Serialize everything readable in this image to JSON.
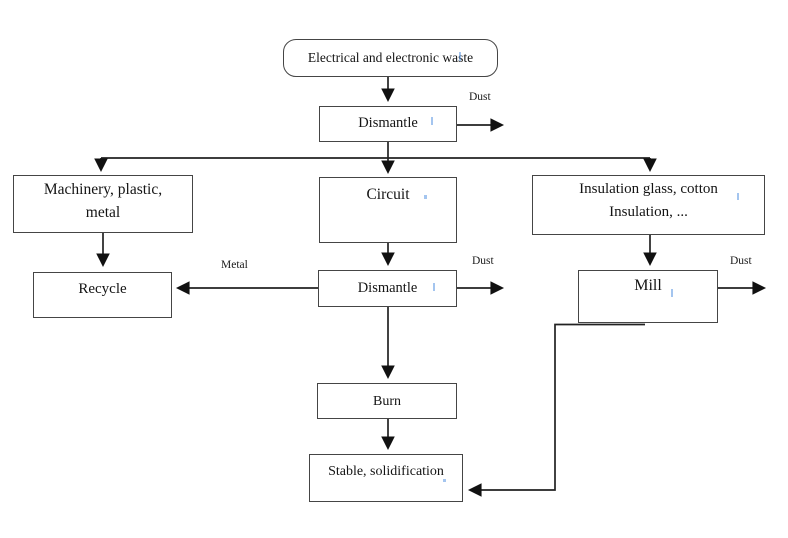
{
  "diagram": {
    "nodes": {
      "source": {
        "label": "Electrical and electronic waste"
      },
      "dismantle_top": {
        "label": "Dismantle"
      },
      "machinery": {
        "lines": [
          "Machinery, plastic,",
          "metal"
        ]
      },
      "circuit": {
        "label": "Circuit"
      },
      "insulation": {
        "lines": [
          "Insulation glass, cotton",
          "Insulation, ..."
        ]
      },
      "recycle": {
        "label": "Recycle"
      },
      "dismantle_mid": {
        "label": "Dismantle"
      },
      "mill": {
        "label": "Mill"
      },
      "burn": {
        "label": "Burn"
      },
      "stable": {
        "label": "Stable, solidification"
      }
    },
    "edge_labels": {
      "dust_top": "Dust",
      "dust_mid": "Dust",
      "dust_right": "Dust",
      "metal": "Metal"
    },
    "colors": {
      "line": "#222222",
      "box_border": "#454545",
      "background": "#ffffff"
    }
  }
}
